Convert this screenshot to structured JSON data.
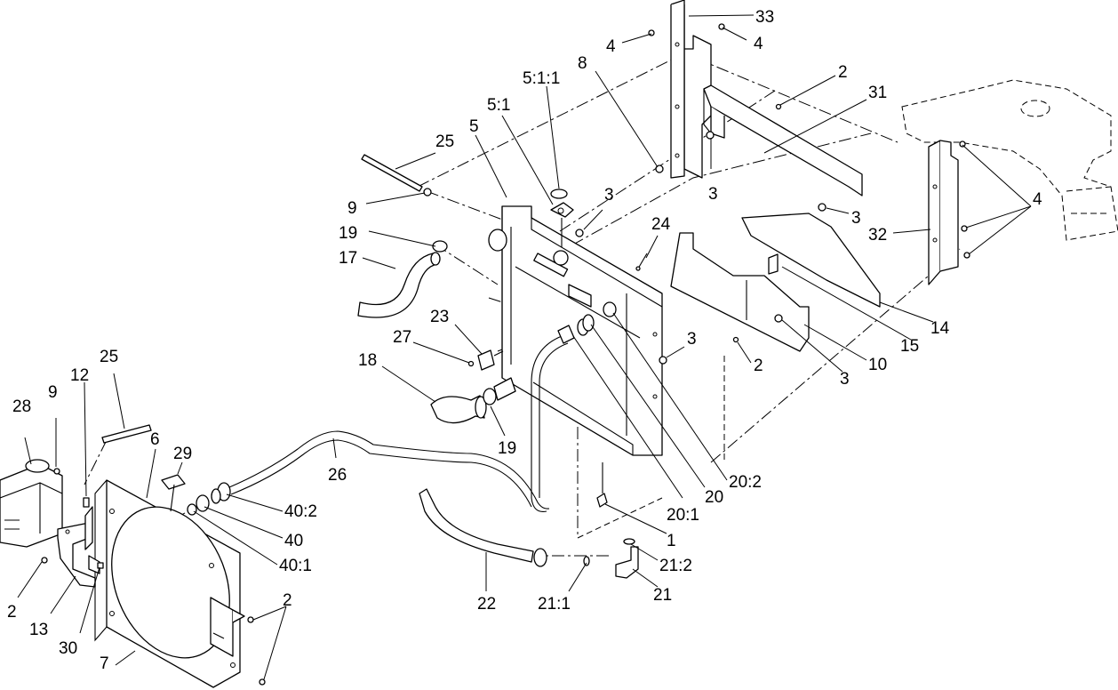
{
  "diagram": {
    "callouts": {
      "c33": "33",
      "c4a": "4",
      "c4b": "4",
      "c8": "8",
      "c511": "5:1:1",
      "c2a": "2",
      "c31": "31",
      "c51": "5:1",
      "c25a": "25",
      "c5": "5",
      "c9a": "9",
      "c3a": "3",
      "c3b": "3",
      "c3c": "3",
      "c24": "24",
      "c19a": "19",
      "c17": "17",
      "c4c": "4",
      "c32": "32",
      "c23": "23",
      "c27": "27",
      "c18": "18",
      "c3d": "3",
      "c2b": "2",
      "c15": "15",
      "c14": "14",
      "c10": "10",
      "c3e": "3",
      "c19b": "19",
      "c202": "20:2",
      "c20": "20",
      "c201": "20:1",
      "c1": "1",
      "c212": "21:2",
      "c211": "21:1",
      "c21": "21",
      "c22": "22",
      "c26": "26",
      "c402": "40:2",
      "c40": "40",
      "c401": "40:1",
      "c28": "28",
      "c9b": "9",
      "c12": "12",
      "c25b": "25",
      "c6": "6",
      "c29": "29",
      "c2c": "2",
      "c13": "13",
      "c30": "30",
      "c7": "7",
      "c2d": "2"
    }
  }
}
